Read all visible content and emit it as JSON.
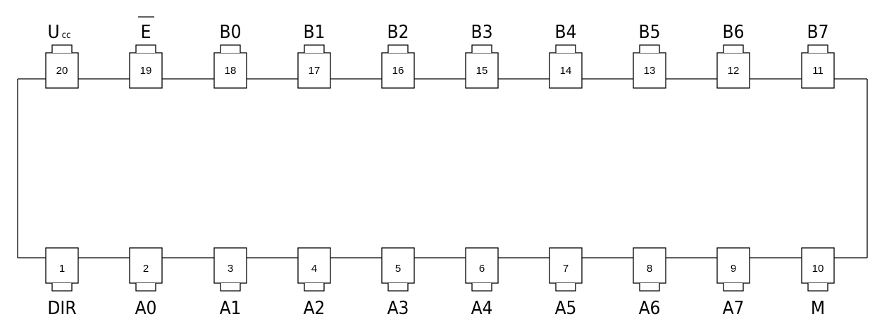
{
  "chip": {
    "top_pins": [
      {
        "number": "20",
        "label": "U",
        "label_sub": "cc",
        "overline": false
      },
      {
        "number": "19",
        "label": "E",
        "label_sub": "",
        "overline": true
      },
      {
        "number": "18",
        "label": "B0",
        "label_sub": "",
        "overline": false
      },
      {
        "number": "17",
        "label": "B1",
        "label_sub": "",
        "overline": false
      },
      {
        "number": "16",
        "label": "B2",
        "label_sub": "",
        "overline": false
      },
      {
        "number": "15",
        "label": "B3",
        "label_sub": "",
        "overline": false
      },
      {
        "number": "14",
        "label": "B4",
        "label_sub": "",
        "overline": false
      },
      {
        "number": "13",
        "label": "B5",
        "label_sub": "",
        "overline": false
      },
      {
        "number": "12",
        "label": "B6",
        "label_sub": "",
        "overline": false
      },
      {
        "number": "11",
        "label": "B7",
        "label_sub": "",
        "overline": false
      }
    ],
    "bottom_pins": [
      {
        "number": "1",
        "label": "DIR"
      },
      {
        "number": "2",
        "label": "A0"
      },
      {
        "number": "3",
        "label": "A1"
      },
      {
        "number": "4",
        "label": "A2"
      },
      {
        "number": "5",
        "label": "A3"
      },
      {
        "number": "6",
        "label": "A4"
      },
      {
        "number": "7",
        "label": "A5"
      },
      {
        "number": "8",
        "label": "A6"
      },
      {
        "number": "9",
        "label": "A7"
      },
      {
        "number": "10",
        "label": "M"
      }
    ]
  }
}
